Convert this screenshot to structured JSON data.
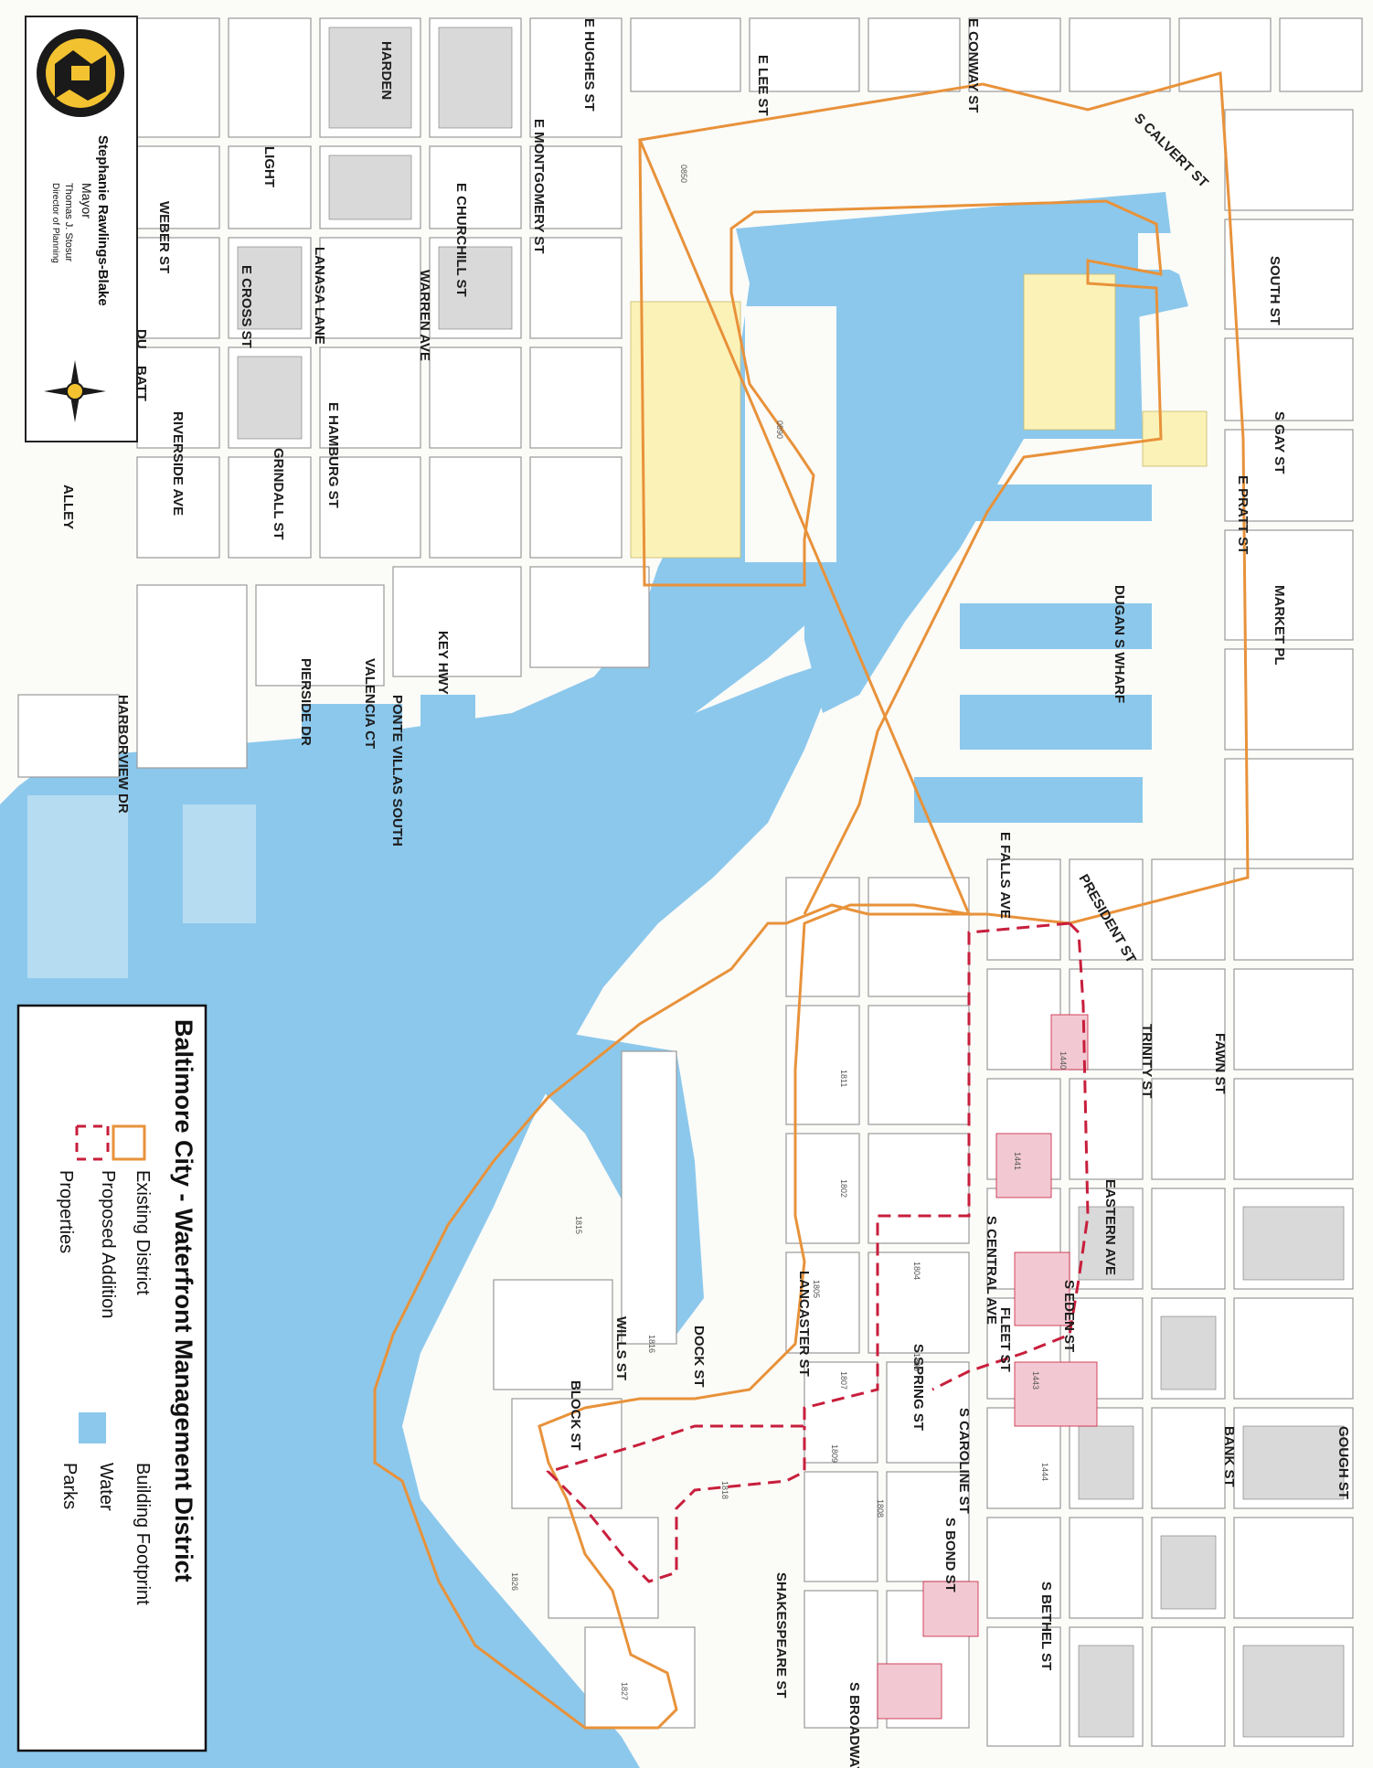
{
  "title": "Baltimore City - Waterfront Management District",
  "legend": {
    "items": [
      {
        "id": "existing",
        "label": "Existing District",
        "color": "#e8923a",
        "style": "solid"
      },
      {
        "id": "proposed",
        "label": "Proposed Addition",
        "color": "#c81e3c",
        "style": "dashed"
      },
      {
        "id": "properties",
        "label": "Properties",
        "color": "#888888"
      },
      {
        "id": "footprint",
        "label": "Building Footprint",
        "color": "#888888"
      },
      {
        "id": "water",
        "label": "Water",
        "color": "#8cc8ec"
      },
      {
        "id": "parks",
        "label": "Parks",
        "color": "#e8f3d0"
      }
    ]
  },
  "credits": {
    "mayor_name": "Stephanie Rawlings-Blake",
    "mayor_title": "Mayor",
    "director_name": "Thomas J. Stosur",
    "director_title": "Director of Planning"
  },
  "colors": {
    "water": "#8cc8ec",
    "existing_boundary": "#e8923a",
    "proposed_boundary": "#c81e3c",
    "block_fill": "#ffffff",
    "block_stroke": "#9a9a9a",
    "dense_fill": "#d9d9d9",
    "proposed_fill": "#f2c9d2",
    "yellow_fill": "#fbf2b8"
  },
  "street_labels": {
    "e_lee_st": "E LEE ST",
    "e_conway_st": "E CONWAY ST",
    "e_hughes_st": "E HUGHES ST",
    "e_montgomery_st": "E MONTGOMERY ST",
    "harden_ct": "HARDEN",
    "light": "LIGHT",
    "e_churchill_st": "E CHURCHILL ST",
    "weber_st": "WEBER ST",
    "lanasa_lane": "LANASA LANE",
    "warren_ave": "WARREN AVE",
    "e_cross_st": "E CROSS ST",
    "du": "DU",
    "batt": "BATT",
    "riverside_ave": "RIVERSIDE AVE",
    "e_hamburg_st": "E HAMBURG ST",
    "grindall_st": "GRINDALL ST",
    "alley": "ALLEY",
    "key_hwy": "KEY HWY",
    "valencia_ct": "VALENCIA CT",
    "ponte_villas_south": "PONTE VILLAS SOUTH",
    "pierside_dr": "PIERSIDE DR",
    "harborview_dr": "HARBORVIEW DR",
    "s_calvert_st": "S CALVERT ST",
    "south_st": "SOUTH ST",
    "s_gay_st": "S GAY ST",
    "e_pratt_st": "E PRATT ST",
    "market_pl": "MARKET PL",
    "dugans_wharf": "DUGAN S WHARF",
    "e_falls_ave": "E FALLS AVE",
    "president_st": "PRESIDENT ST",
    "trinity_st": "TRINITY ST",
    "fawn_st": "FAWN ST",
    "eastern_ave": "EASTERN AVE",
    "s_central_ave": "S CENTRAL AVE",
    "s_eden_st": "S EDEN ST",
    "fleet_st": "FLEET ST",
    "s_spring_st": "S SPRING ST",
    "s_caroline_st": "S CAROLINE ST",
    "bank_st": "BANK ST",
    "gough_st": "GOUGH ST",
    "s_bond_st": "S BOND ST",
    "s_bethel_st": "S BETHEL ST",
    "shakespeare_st": "SHAKESPEARE ST",
    "s_broadway": "S BROADWAY",
    "lancaster_st": "LANCASTER ST",
    "dock_st": "DOCK ST",
    "wills_st": "WILLS ST",
    "block_st": "BLOCK ST"
  },
  "block_numbers": {
    "b0850": "0850",
    "b0890": "0890",
    "b1808": "1808",
    "b1818": "1818",
    "b1826": "1826",
    "b1815": "1815",
    "b1440": "1440",
    "b1804": "1804",
    "b1805": "1805",
    "b1807": "1807",
    "b1809": "1809",
    "b1811": "1811",
    "b1802": "1802",
    "b1806": "1806",
    "b1816": "1816",
    "b1827": "1827",
    "b1441": "1441",
    "b1443": "1443",
    "b1444": "1444"
  }
}
